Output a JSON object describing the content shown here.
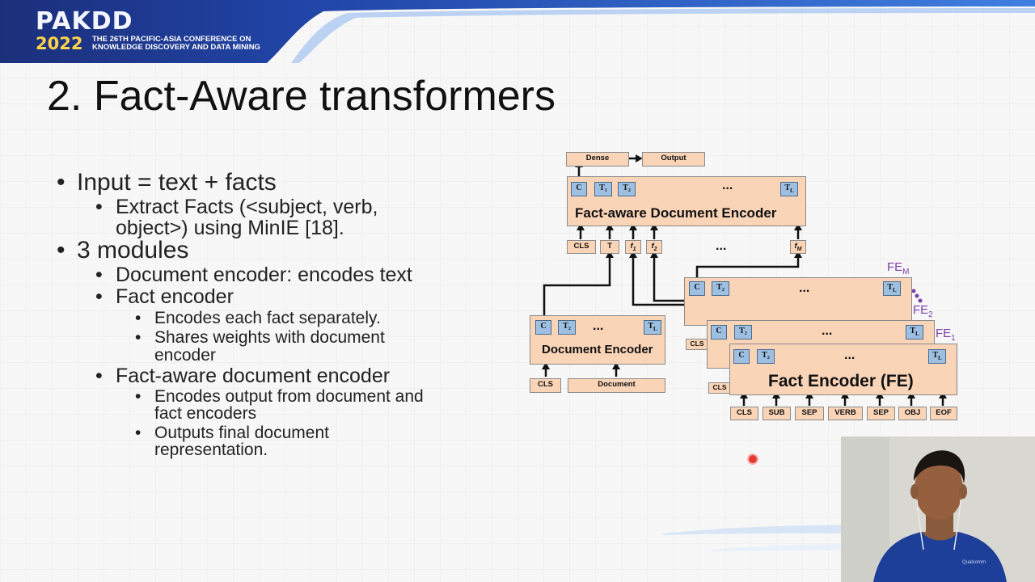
{
  "header": {
    "logo_top": "PAKDD",
    "logo_year": "2022",
    "conference_line1": "THE 26TH PACIFIC-ASIA CONFERENCE ON",
    "conference_line2": "KNOWLEDGE DISCOVERY AND DATA MINING"
  },
  "slide": {
    "title": "2. Fact-Aware transformers",
    "bullets": [
      "Input = text + facts",
      "Extract Facts  (<subject, verb,",
      "object>) using MinIE [18].",
      "3 modules",
      "Document encoder: encodes text",
      "Fact encoder",
      "Encodes each fact separately.",
      "Shares weights with document",
      "encoder",
      "Fact-aware document encoder",
      "Encodes output from document and",
      "fact encoders",
      "Outputs final document",
      "representation."
    ]
  },
  "diagram": {
    "dense": "Dense",
    "output": "Output",
    "fade_label": "Fact-aware Document Encoder",
    "doc_label": "Document Encoder",
    "fe_label": "Fact Encoder (FE)",
    "ellipsis": "...",
    "tok_c": "C",
    "tok_t1": "T₁",
    "tok_t2": "T₂",
    "tok_tl": "T",
    "tok_tl_sub": "L",
    "fade_inputs": [
      "CLS",
      "T",
      "f",
      "f",
      "f"
    ],
    "fade_input_subs": [
      "",
      "",
      "1",
      "2",
      "M"
    ],
    "doc_inputs": [
      "CLS",
      "Document"
    ],
    "fe_inputs": [
      "CLS",
      "SUB",
      "SEP",
      "VERB",
      "SEP",
      "OBJ",
      "EOF"
    ],
    "cls_short": "CLS",
    "fe_m": "FE",
    "fe_m_sub": "M",
    "fe_2": "FE",
    "fe_2_sub": "2",
    "fe_1": "FE",
    "fe_1_sub": "1"
  },
  "webcam": {
    "shirt_text": "Qualcomm"
  },
  "colors": {
    "box_fill": "#fad4b7",
    "token_fill": "#9dc0e2",
    "fe_label": "#7b3fa8",
    "banner": "#1e3a8a"
  }
}
